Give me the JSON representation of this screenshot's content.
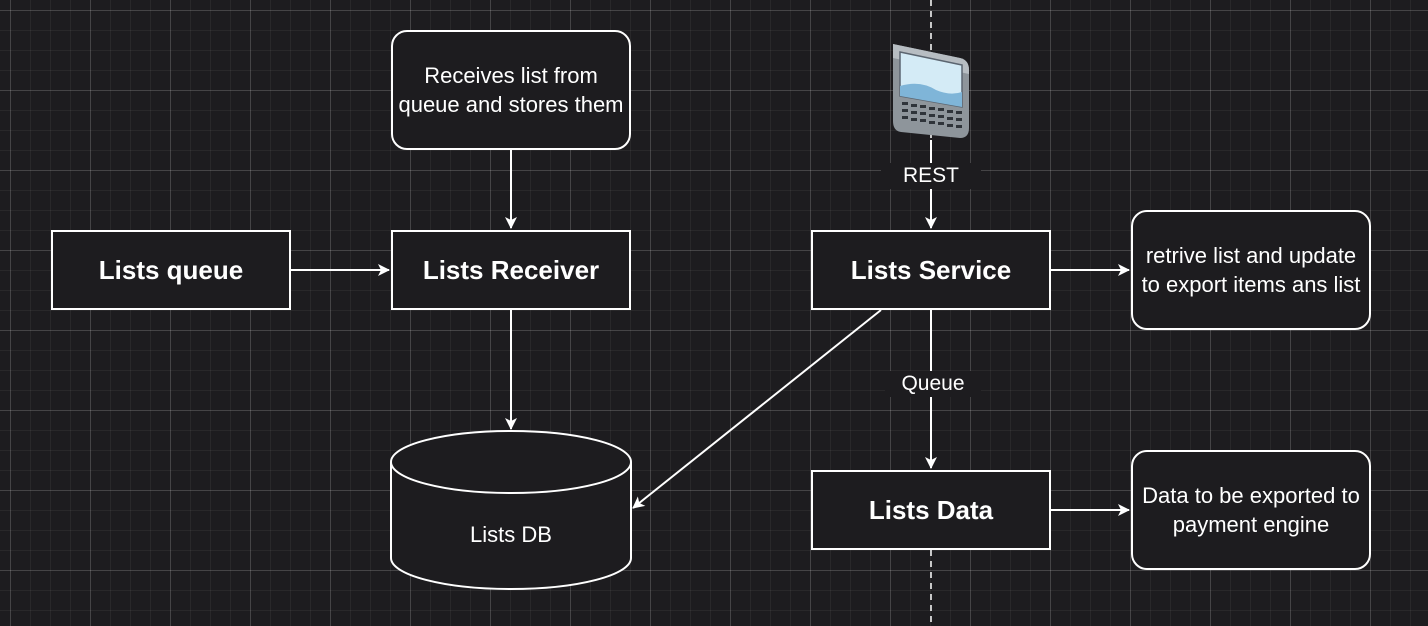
{
  "nodes": {
    "lists_queue": "Lists queue",
    "lists_receiver": "Lists Receiver",
    "lists_service": "Lists Service",
    "lists_data": "Lists Data",
    "lists_db": "Lists DB"
  },
  "notes": {
    "receiver_note": "Receives list from queue and stores them",
    "service_note": "retrive list and update to export items ans list",
    "data_note": "Data to be exported to payment engine"
  },
  "edge_labels": {
    "rest": "REST",
    "queue": "Queue"
  },
  "icons": {
    "client_device": "handheld-terminal-icon"
  },
  "colors": {
    "background": "#1d1c1f",
    "stroke": "#ffffff"
  }
}
